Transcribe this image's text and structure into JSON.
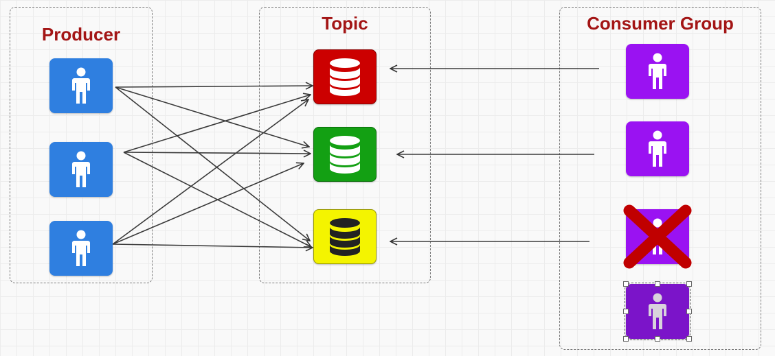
{
  "colors": {
    "producer": "#2f7fe0",
    "topic_red": "#cc0000",
    "topic_green": "#13a013",
    "topic_yellow": "#f4f400",
    "consumer": "#9a12f2",
    "consumer_selected": "#7b14c9",
    "title": "#a31515",
    "cross": "#c00000"
  },
  "producer_group": {
    "title": "Producer"
  },
  "topic_group": {
    "title": "Topic"
  },
  "consumer_group": {
    "title": "Consumer Group"
  },
  "icons": {
    "producer": "person-icon",
    "topic": "database-icon",
    "consumer": "person-icon",
    "failed": "x-mark-icon"
  },
  "edges": [
    [
      "producer-1",
      "topic-red"
    ],
    [
      "producer-1",
      "topic-green"
    ],
    [
      "producer-1",
      "topic-yellow"
    ],
    [
      "producer-2",
      "topic-red"
    ],
    [
      "producer-2",
      "topic-green"
    ],
    [
      "producer-2",
      "topic-yellow"
    ],
    [
      "producer-3",
      "topic-red"
    ],
    [
      "producer-3",
      "topic-green"
    ],
    [
      "producer-3",
      "topic-yellow"
    ],
    [
      "consumer-1",
      "topic-red"
    ],
    [
      "consumer-2",
      "topic-green"
    ],
    [
      "consumer-3",
      "topic-yellow"
    ]
  ]
}
